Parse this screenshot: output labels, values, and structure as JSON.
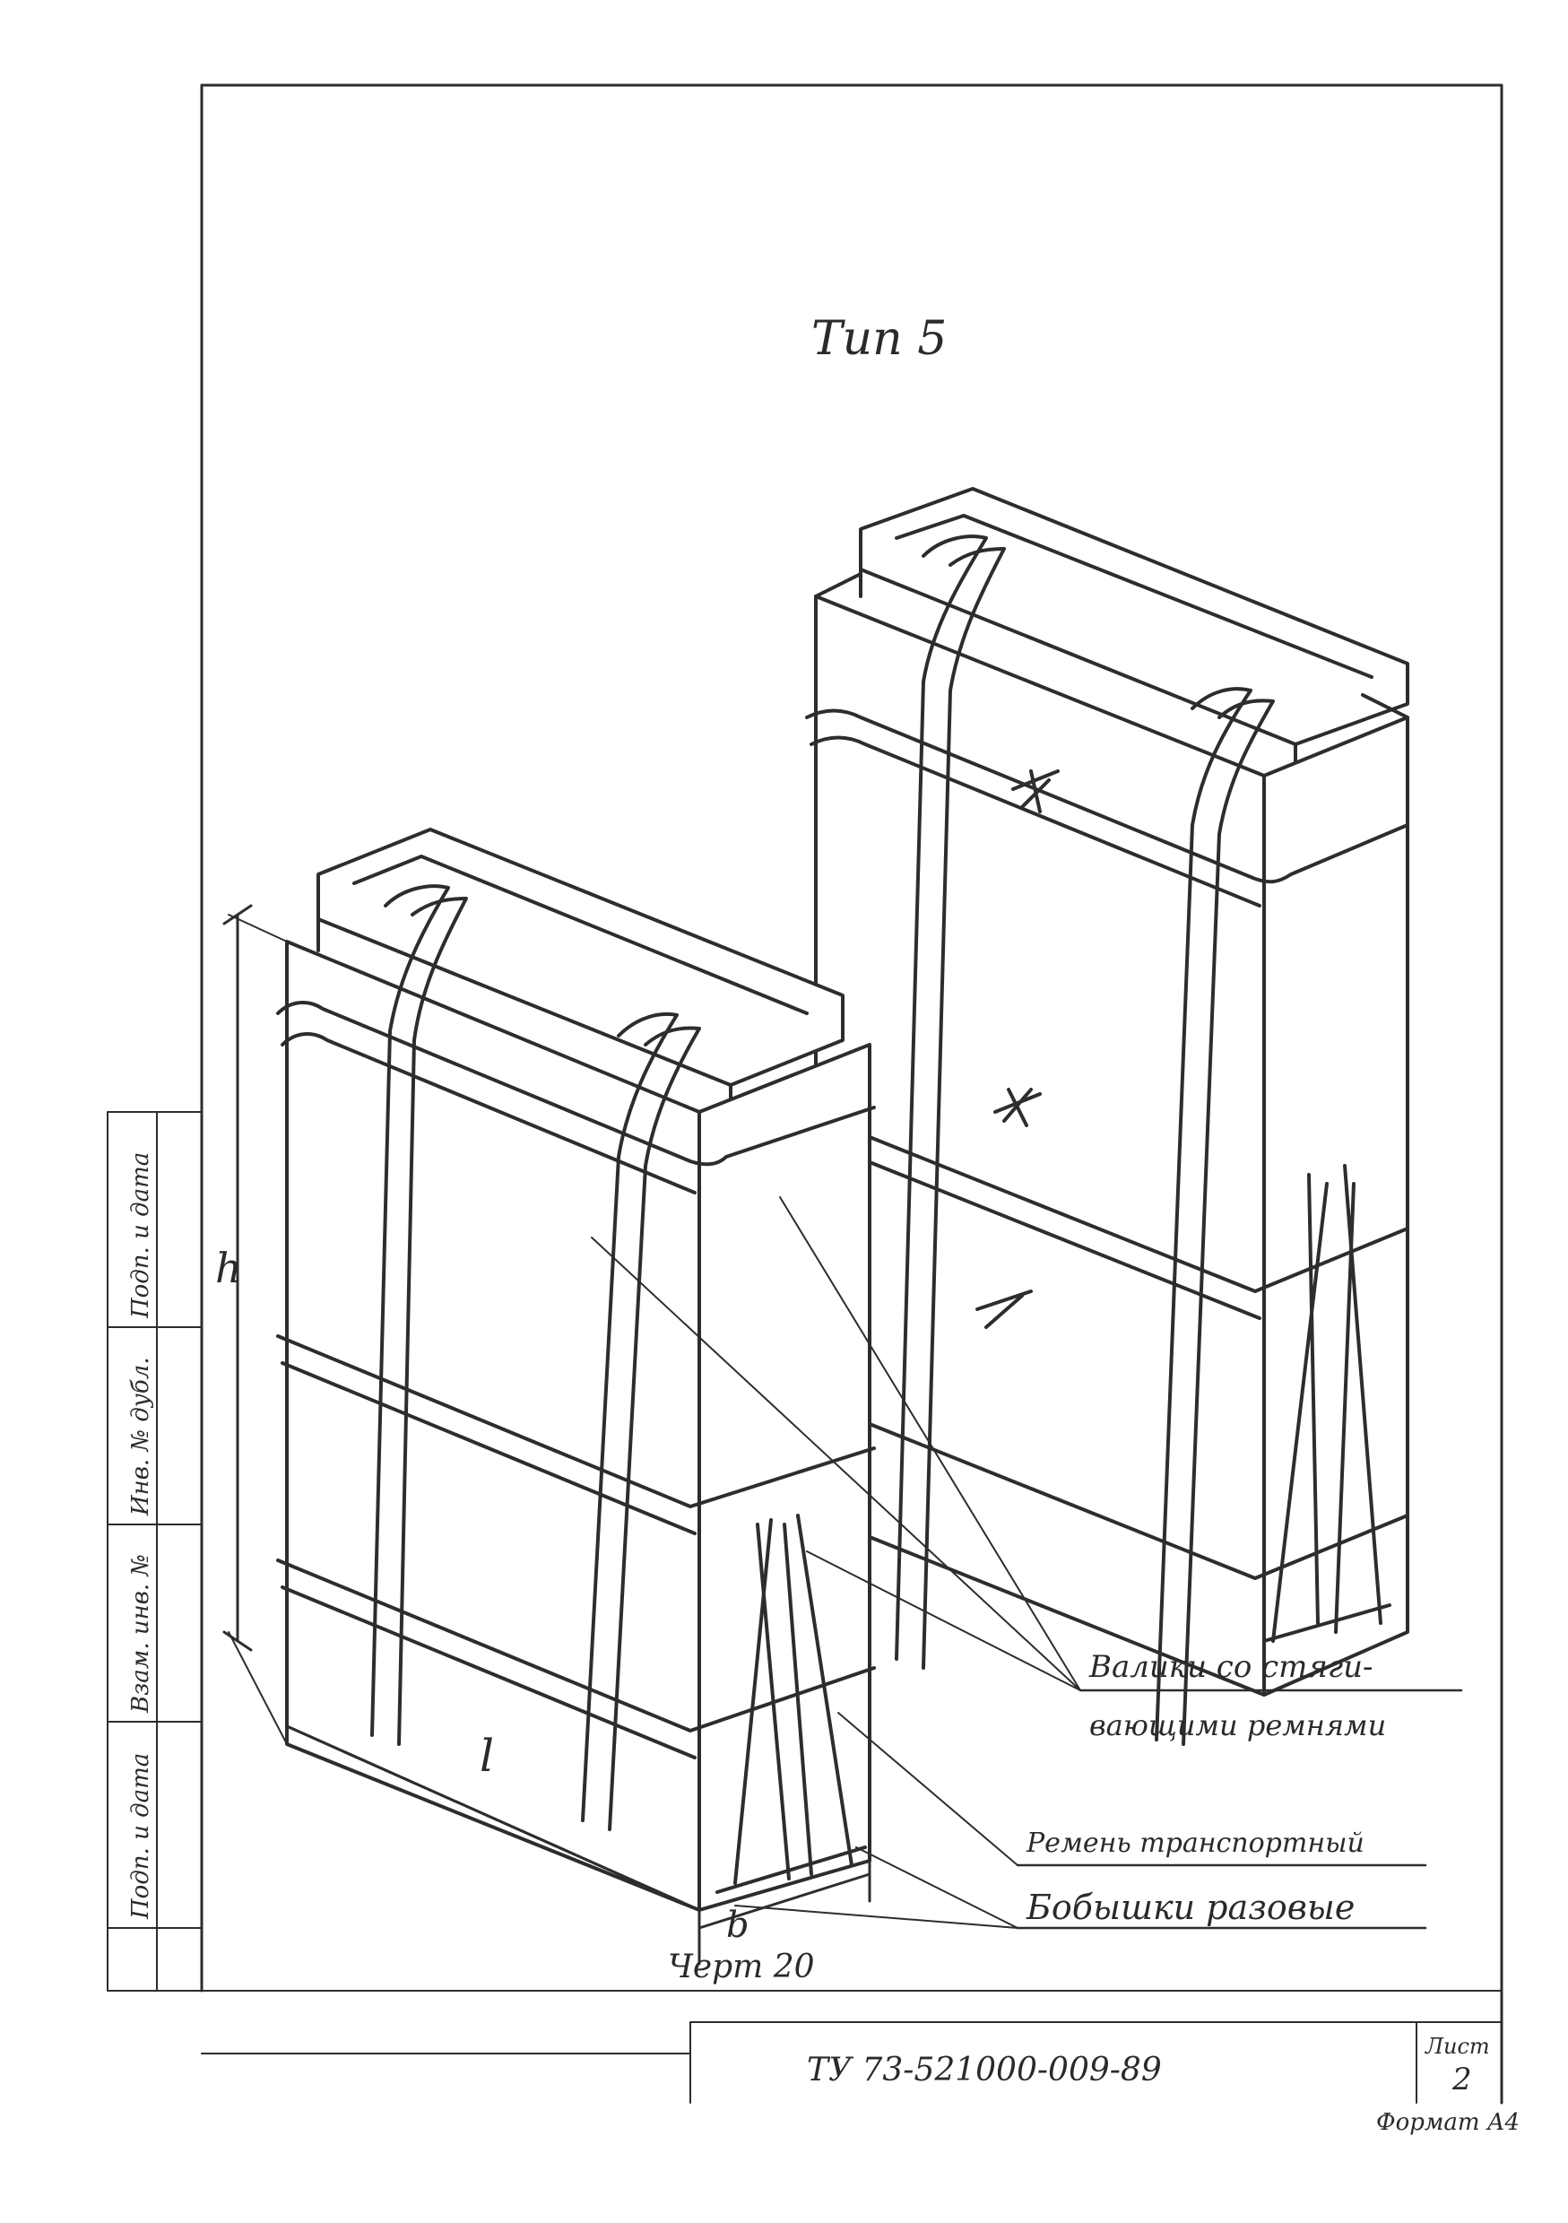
{
  "title": "Тип 5",
  "dimensions": {
    "height": "h",
    "length": "l",
    "width": "b"
  },
  "callouts": {
    "rollers_line1": "Валики со стяги-",
    "rollers_line2": "вающими ремнями",
    "strap": "Ремень транспортный",
    "bosses": "Бобышки разовые"
  },
  "side_stamp": {
    "field1": "Подп. и дата",
    "field2": "Взам. инв. №",
    "field3": "Инв. № дубл.",
    "field4": "Подп. и дата"
  },
  "bottom": {
    "sheet_note": "Черт 20",
    "doc_code": "ТУ 73-521000-009-89",
    "sheet_label": "Лист",
    "sheet_number": "2",
    "format_label": "Формат А4"
  }
}
